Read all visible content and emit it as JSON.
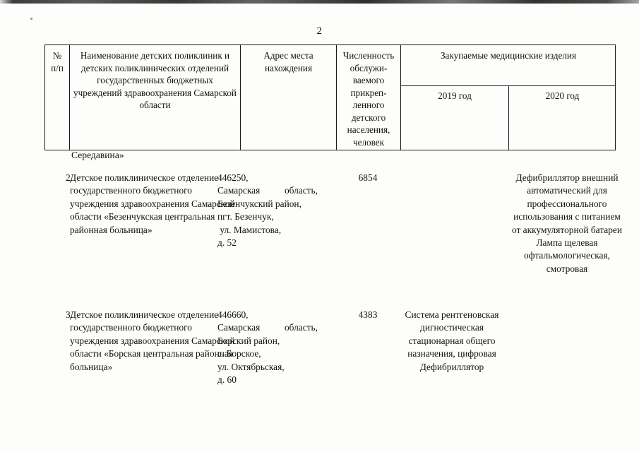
{
  "document": {
    "page_number": "2"
  },
  "table": {
    "headers": {
      "number": "№\nп/п",
      "number_line1": "№",
      "number_line2": "п/п",
      "name": "Наименование детских поликлиник и детских поликлинических отделений государственных бюджетных учреждений здравоохранения Самарской области",
      "address": "Адрес места нахождения",
      "population": "Численность обслужи-ваемого прикреп-ленного детского населения, человек",
      "goods": "Закупаемые медицинские изделия",
      "year_2019": "2019 год",
      "year_2020": "2020 год"
    },
    "continuation_text": "Середавина»",
    "rows": [
      {
        "number": "2.",
        "name": "Детское поликлиническое отделение государственного бюджетного учреждения здравоохранения Самарской области «Безенчукская центральная районная больница»",
        "address_lines": [
          "446250,",
          "Самарская|область,",
          "Безенчукский район,",
          "пгт. Безенчук,",
          " ул. Мамистова,",
          "д. 52"
        ],
        "population": "6854",
        "year_2019": "",
        "year_2020": "Дефибриллятор внешний автоматический для профессионального использования с питанием от аккумуляторной батареи Лампа щелевая офтальмологическая, смотровая"
      },
      {
        "number": "3.",
        "name": "Детское поликлиническое отделение государственного бюджетного учреждения здравоохранения Самарской области «Борская центральная районная больница»",
        "address_lines": [
          "446660,",
          "Самарская|область,",
          "Борский район,",
          "с. Борское,",
          "ул. Октябрьская,",
          "д. 60"
        ],
        "population": "4383",
        "year_2019": "Система рентгеновская дигностическая стационарная общего назначения, цифровая Дефибриллятор",
        "year_2020": ""
      }
    ]
  },
  "colors": {
    "page_background": "#fdfdfc",
    "text": "#14120f",
    "rule": "#1a1a1a"
  }
}
